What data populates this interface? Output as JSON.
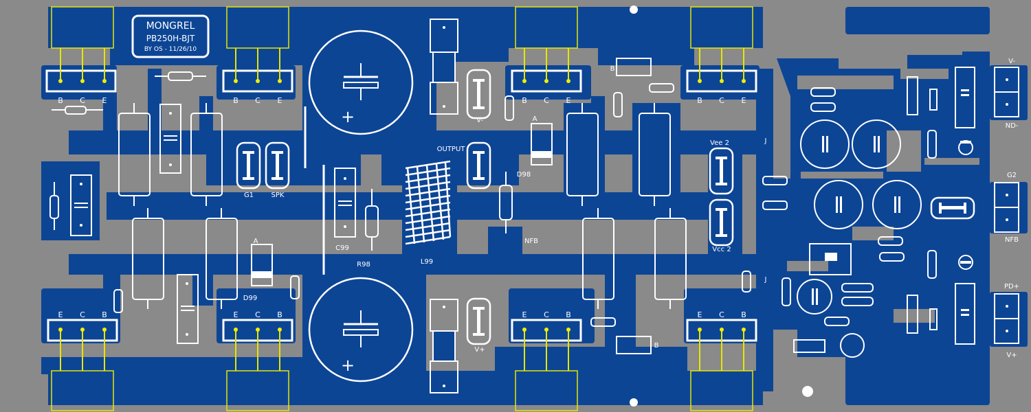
{
  "colors": {
    "board": "#8a8a8a",
    "copper": "#0d4595",
    "silk": "#ffffff",
    "lead": "#e6e600",
    "pad": "#f0f000"
  },
  "title_block": {
    "line1": "MONGREL",
    "line2": "PB250H-BJT",
    "line3": "BY OS - 11/26/10"
  },
  "transistor_pins": {
    "top": [
      "B",
      "C",
      "E"
    ],
    "bottom": [
      "E",
      "C",
      "B"
    ]
  },
  "labels": {
    "g1": "G1",
    "spk": "SPK",
    "output": "OUTPUT",
    "d98": "D98",
    "nfb_mid": "NFB",
    "c99": "C99",
    "r98": "R98",
    "l99": "L99",
    "d99": "D99",
    "vminus": "V-",
    "vplus": "V+",
    "vee2": "Vee 2",
    "vcc2": "Vcc 2",
    "cap_plus": "+",
    "diode_a": "A",
    "b_small": "B",
    "j_small": "J"
  },
  "connectors": [
    {
      "label": "V-"
    },
    {
      "label": "ND-"
    },
    {
      "label": "G2"
    },
    {
      "label": "NFB"
    },
    {
      "label": "PD+"
    },
    {
      "label": "V+"
    }
  ]
}
